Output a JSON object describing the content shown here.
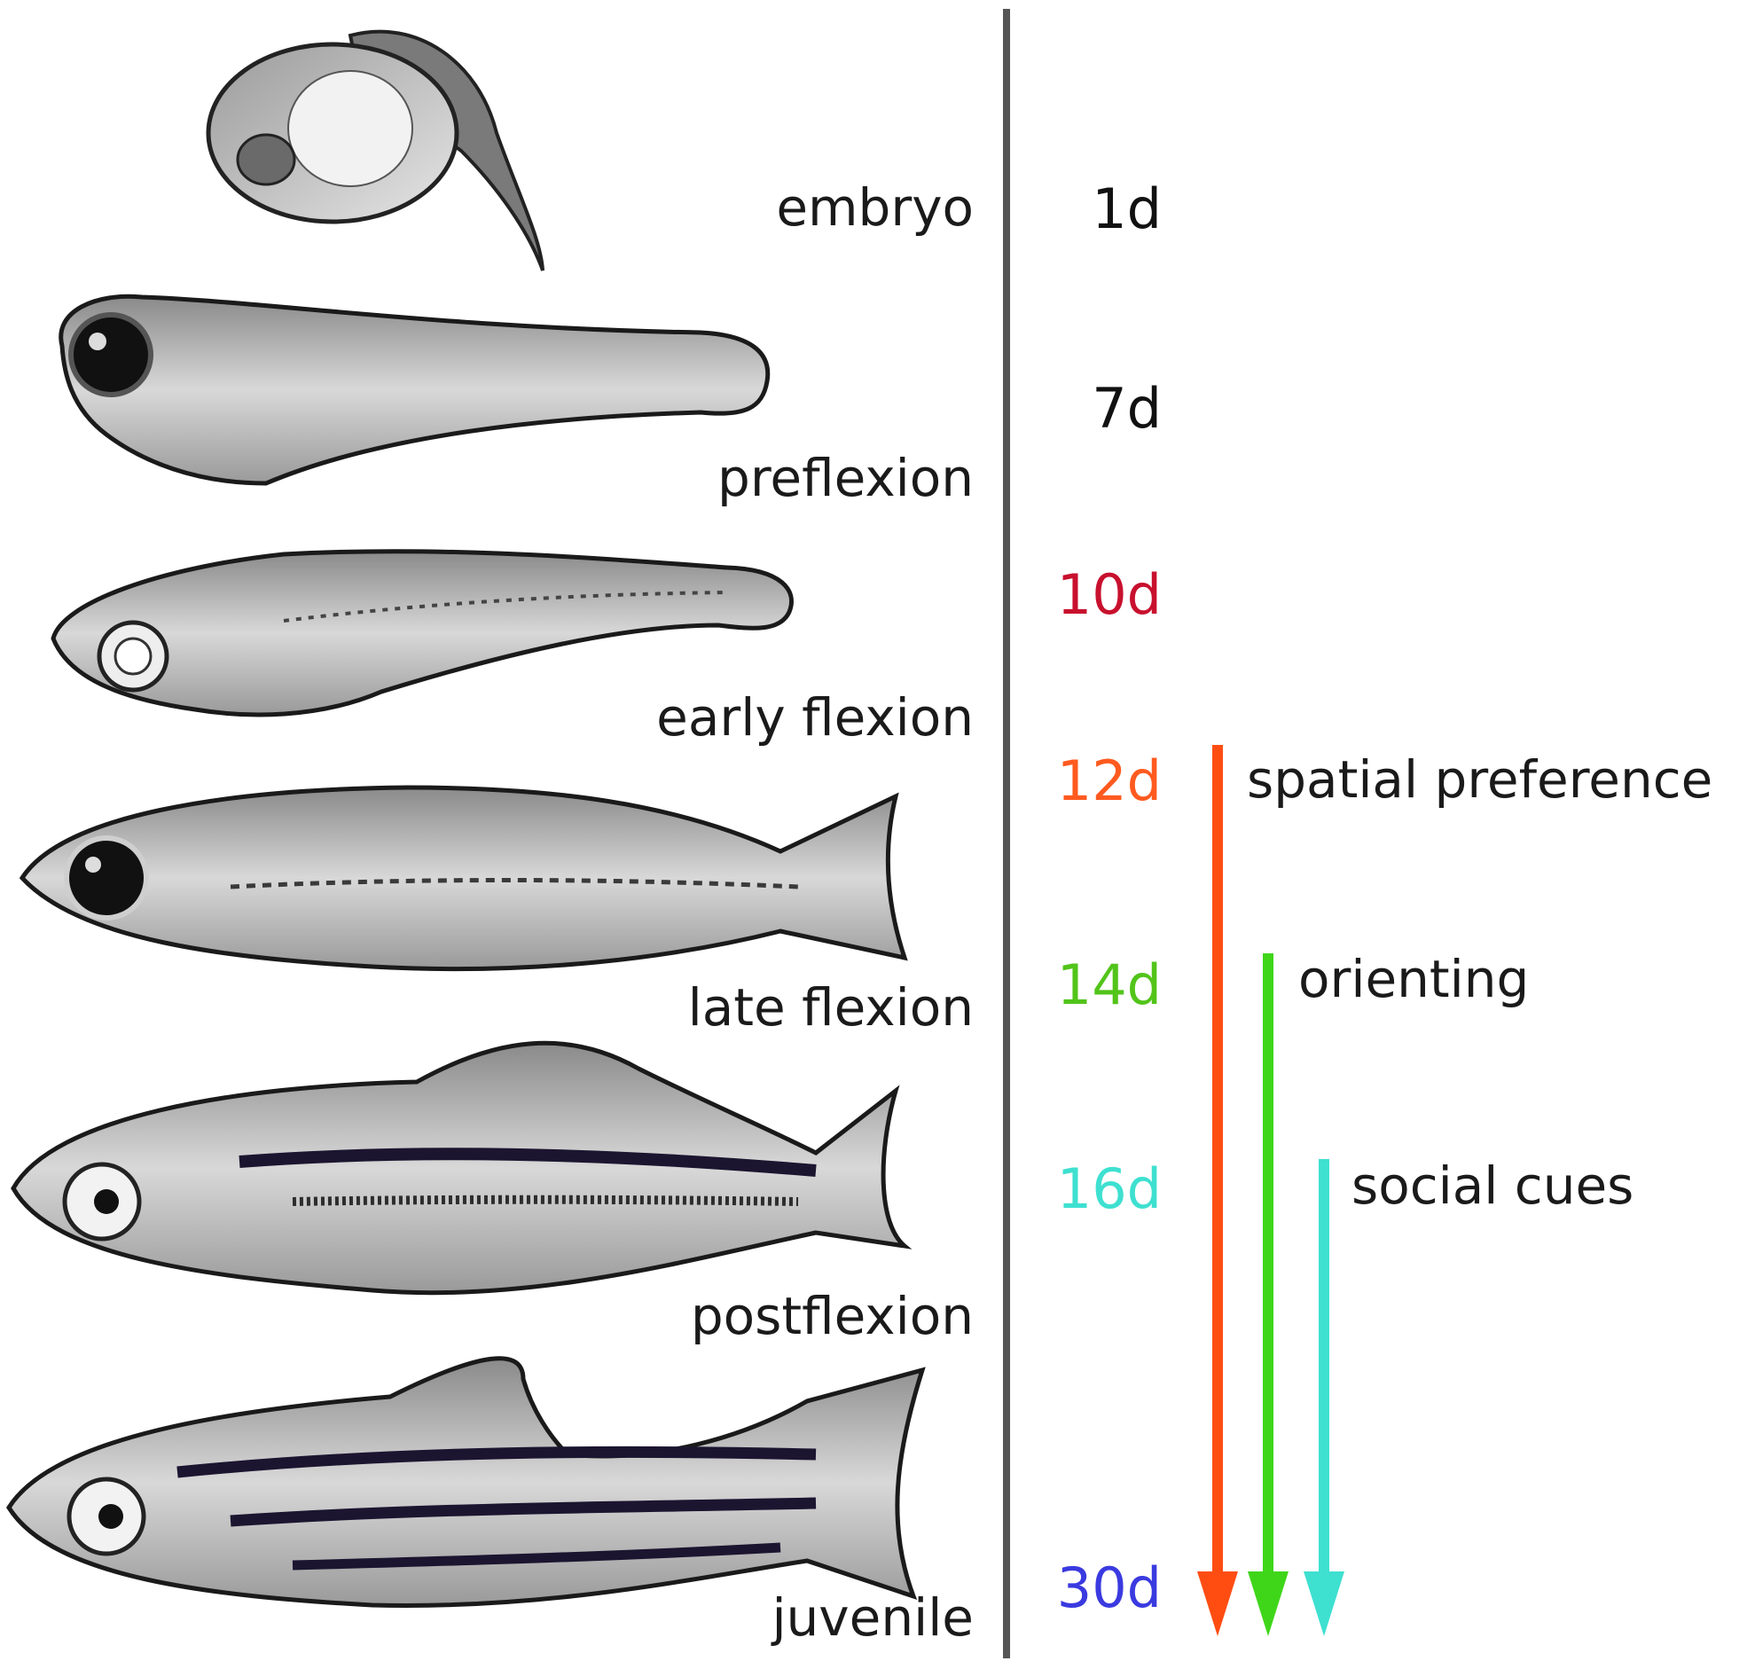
{
  "stages": [
    {
      "name": "embryo"
    },
    {
      "name": "preflexion"
    },
    {
      "name": "early flexion"
    },
    {
      "name": "late flexion"
    },
    {
      "name": "postflexion"
    },
    {
      "name": "juvenile"
    }
  ],
  "days": [
    {
      "label": "1d",
      "color": "#111111"
    },
    {
      "label": "7d",
      "color": "#111111"
    },
    {
      "label": "10d",
      "color": "#c8102e"
    },
    {
      "label": "12d",
      "color": "#ff5a1f"
    },
    {
      "label": "14d",
      "color": "#52c41a"
    },
    {
      "label": "16d",
      "color": "#3ee0d0"
    },
    {
      "label": "30d",
      "color": "#3a3ae0"
    }
  ],
  "behaviors": [
    {
      "label": "spatial preference",
      "color": "#ff4d12"
    },
    {
      "label": "orienting",
      "color": "#3fd61a"
    },
    {
      "label": "social cues",
      "color": "#3ee0d0"
    }
  ],
  "timeline_color": "#555555"
}
